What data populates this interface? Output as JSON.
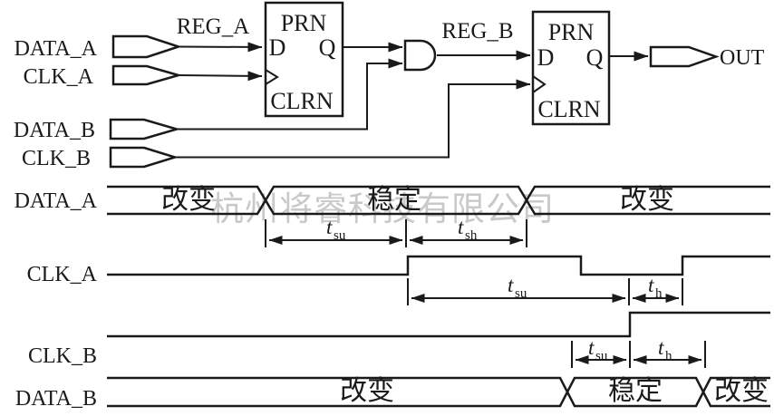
{
  "colors": {
    "ink": "#1a1a1a",
    "watermark": "#c9c9c9",
    "background": "#ffffff"
  },
  "watermark": "杭州将睿科技有限公司",
  "circuit": {
    "input_pins": {
      "data_a": "DATA_A",
      "clk_a": "CLK_A",
      "data_b": "DATA_B",
      "clk_b": "CLK_B"
    },
    "output_pin": "OUT",
    "net_labels": {
      "reg_a": "REG_A",
      "reg_b": "REG_B"
    },
    "ff_a": {
      "prn": "PRN",
      "d": "D",
      "q": "Q",
      "clrn": "CLRN"
    },
    "ff_b": {
      "prn": "PRN",
      "d": "D",
      "q": "Q",
      "clrn": "CLRN"
    }
  },
  "timing": {
    "row_labels": {
      "data_a": "DATA_A",
      "clk_a": "CLK_A",
      "clk_b": "CLK_B",
      "data_b": "DATA_B"
    },
    "data_a_segments": {
      "s1": "改变",
      "s2": "稳定",
      "s3": "改变"
    },
    "data_b_segments": {
      "s1": "改变",
      "s2": "稳定",
      "s3": "改变"
    },
    "annotations": {
      "data_a_setup": {
        "sym": "t",
        "sub": "su"
      },
      "data_a_hold": {
        "sym": "t",
        "sub": "sh"
      },
      "clk_a_setup": {
        "sym": "t",
        "sub": "su"
      },
      "clk_a_hold": {
        "sym": "t",
        "sub": "h"
      },
      "clk_b_setup": {
        "sym": "t",
        "sub": "su"
      },
      "clk_b_hold": {
        "sym": "t",
        "sub": "h"
      }
    }
  }
}
